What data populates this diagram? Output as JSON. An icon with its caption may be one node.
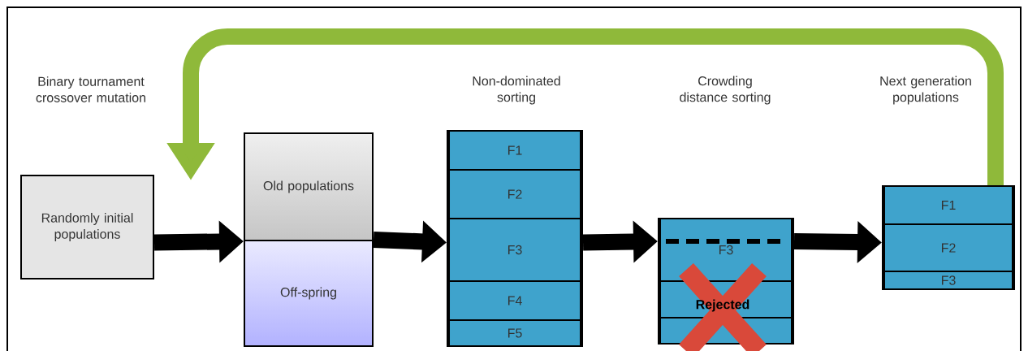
{
  "diagram": {
    "nodes": [
      {
        "text": [
          "Randomly initial populations"
        ]
      },
      {
        "text": [
          "Old populations"
        ]
      },
      {
        "text": [
          "Off-spring"
        ]
      },
      {
        "text": [],
        "shape": "box"
      },
      {
        "text": [
          "F1"
        ],
        "in": 3
      },
      {
        "text": [
          "F2"
        ],
        "in": 3
      },
      {
        "text": [
          "F3"
        ],
        "in": 3
      },
      {
        "text": [
          "F4"
        ],
        "in": 3
      },
      {
        "text": [
          "F5"
        ],
        "in": 3
      },
      {
        "text": [],
        "shape": "box"
      },
      {
        "text": [
          "F3"
        ],
        "in": 9
      },
      {
        "text": [],
        "shape": "box",
        "in": 9
      },
      {
        "text": [],
        "shape": "box",
        "in": 9
      },
      {
        "text": [],
        "shape": "box"
      },
      {
        "text": [
          "F1"
        ],
        "in": 13
      },
      {
        "text": [
          "F2"
        ],
        "in": 13
      },
      {
        "text": [
          "F3"
        ],
        "in": 13
      }
    ],
    "edges": [
      {
        "from": 0,
        "to": 1,
        "arrow": "to"
      },
      {
        "from": 1,
        "to": 3,
        "arrow": "to"
      },
      {
        "from": 3,
        "to": 9,
        "arrow": "to"
      },
      {
        "from": 9,
        "to": 13,
        "arrow": "to"
      },
      {
        "from": 13,
        "to": null,
        "arrow": "to",
        "color": "#8fb93a",
        "label": "Binary tournament crossover mutation"
      }
    ],
    "labels": [
      "Non-dominated sorting",
      "Crowding distance sorting",
      "Next generation populations",
      "Rejected"
    ]
  }
}
